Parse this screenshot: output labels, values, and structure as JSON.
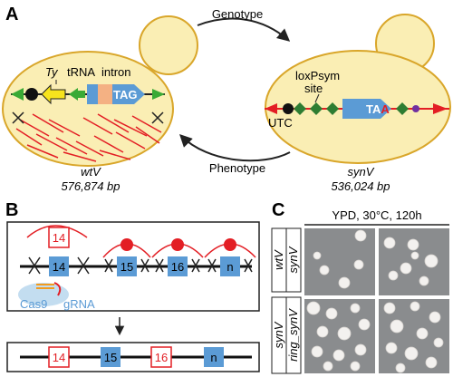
{
  "panels": {
    "a": "A",
    "b": "B",
    "c": "C"
  },
  "cycle": {
    "top": "Genotype",
    "bottom": "Phenotype"
  },
  "wt_cell": {
    "name": "wtV",
    "size": "576,874 bp",
    "labels": {
      "ty": "Ty",
      "trna": "tRNA",
      "intron": "intron",
      "stop": "TAG"
    }
  },
  "syn_cell": {
    "name": "synV",
    "size": "536,024 bp",
    "labels": {
      "loxpsym_line1": "loxPsym",
      "loxpsym_line2": "site",
      "utc": "UTC",
      "stop_black": "TA",
      "stop_red": "A"
    }
  },
  "panel_b": {
    "segments": [
      "14",
      "15",
      "16",
      "n"
    ],
    "cas9": "Cas9",
    "grna": "gRNA"
  },
  "panel_c": {
    "condition": "YPD, 30°C, 120h",
    "rows": [
      {
        "line1": "wtV",
        "line2": "synV"
      },
      {
        "line1": "synV",
        "line2": "ring_synV"
      }
    ]
  },
  "colors": {
    "cell_fill": "#faeeb4",
    "cell_edge": "#d9a62a",
    "gene_blue": "#5b9bd5",
    "intron_peach": "#f4b183",
    "green_arrow": "#3aaa35",
    "ty_yellow": "#f7e31d",
    "red": "#e31e24",
    "loxp_green": "#2e7d32",
    "purple": "#7030a0",
    "plate_bg": "#8a8c8e",
    "colony": "#f3f1ef"
  }
}
